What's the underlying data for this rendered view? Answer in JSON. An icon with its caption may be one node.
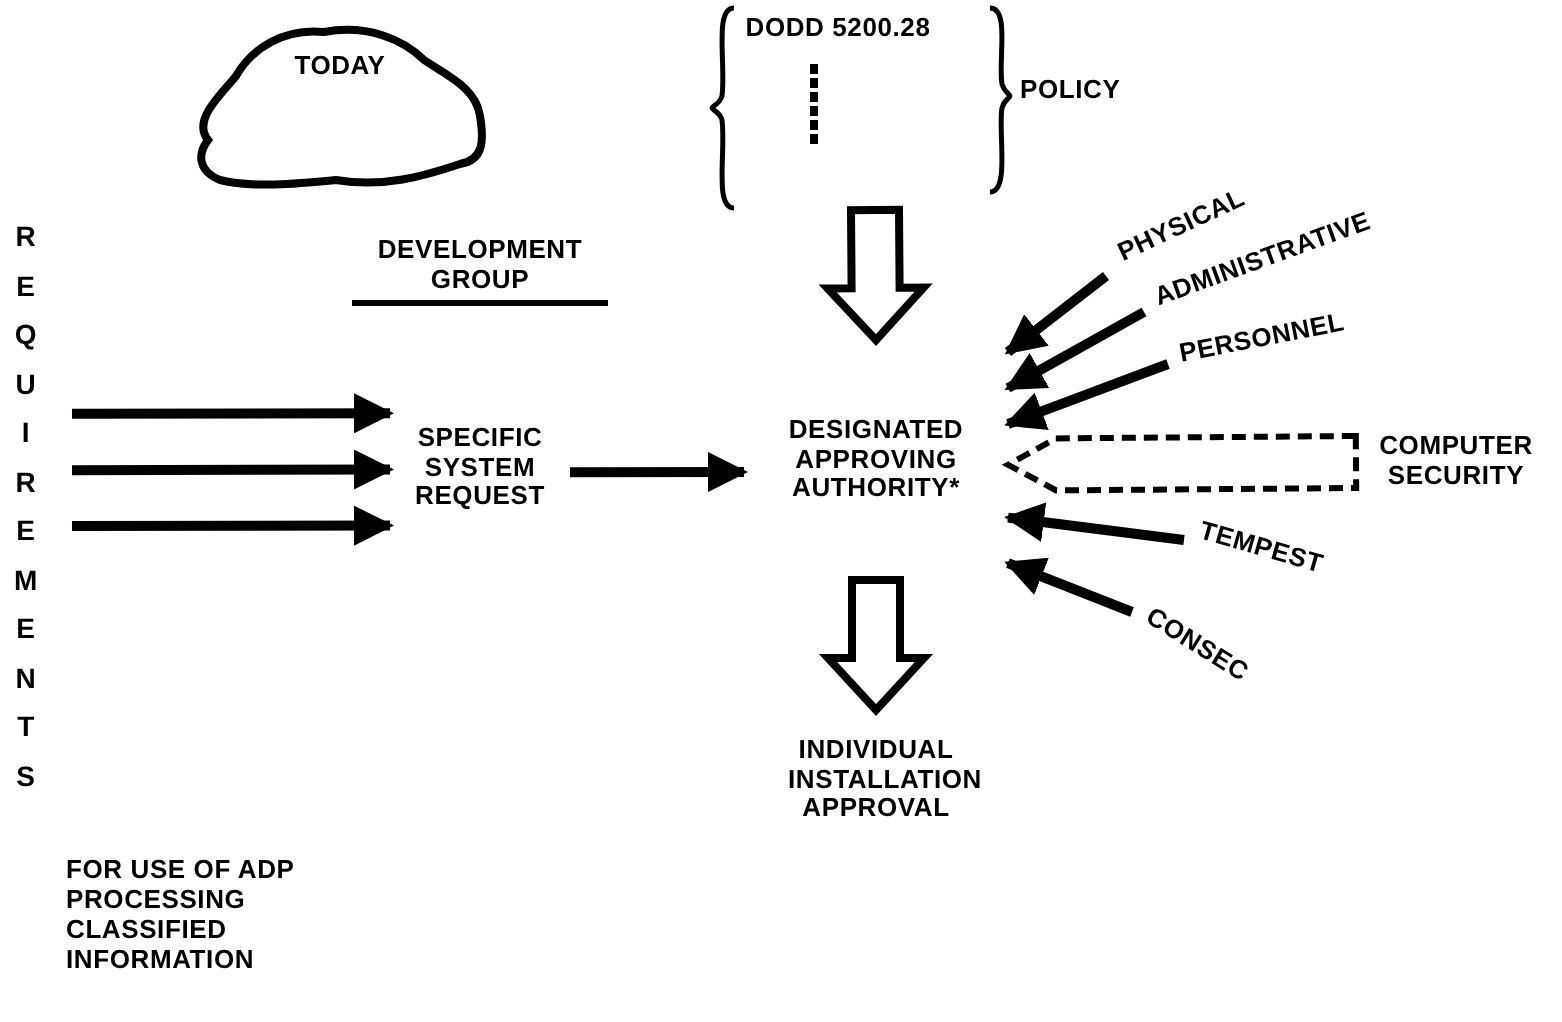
{
  "diagram": {
    "nodes": [
      {
        "text": [
          "TODAY"
        ]
      },
      {
        "text": [
          "DODD 5200.28"
        ],
        "beside": [
          "POLICY"
        ]
      },
      {
        "text": [
          "REQUIREMENTS"
        ]
      },
      {
        "text": [
          "SPECIFIC SYSTEM REQUEST"
        ]
      },
      {
        "text": [
          "DESIGNATED APPROVING AUTHORITY*"
        ]
      },
      {
        "text": [
          "PHYSICAL"
        ]
      },
      {
        "text": [
          "ADMINISTRATIVE"
        ]
      },
      {
        "text": [
          "PERSONNEL"
        ]
      },
      {
        "text": [
          "COMPUTER SECURITY"
        ]
      },
      {
        "text": [
          "TEMPEST"
        ]
      },
      {
        "text": [
          "CONSEC"
        ]
      },
      {
        "text": [
          "INDIVIDUAL INSTALLATION APPROVAL"
        ]
      }
    ],
    "edges": [
      {
        "from": 2,
        "to": 3,
        "arrow": "to"
      },
      {
        "from": 2,
        "to": 3,
        "arrow": "to"
      },
      {
        "from": 2,
        "to": 3,
        "arrow": "to"
      },
      {
        "from": 3,
        "to": 4,
        "arrow": "to"
      },
      {
        "from": 1,
        "to": 4,
        "arrow": "to",
        "style": "thick"
      },
      {
        "from": 5,
        "to": 4,
        "arrow": "to"
      },
      {
        "from": 6,
        "to": 4,
        "arrow": "to"
      },
      {
        "from": 7,
        "to": 4,
        "arrow": "to"
      },
      {
        "from": 8,
        "to": 4,
        "arrow": "to",
        "style": "dashed"
      },
      {
        "from": 9,
        "to": 4,
        "arrow": "to"
      },
      {
        "from": 10,
        "to": 4,
        "arrow": "to"
      },
      {
        "from": 4,
        "to": 11,
        "arrow": "to",
        "style": "thick"
      }
    ],
    "labels": [
      "DEVELOPMENT GROUP",
      "FOR USE OF ADP PROCESSING CLASSIFIED INFORMATION"
    ]
  }
}
